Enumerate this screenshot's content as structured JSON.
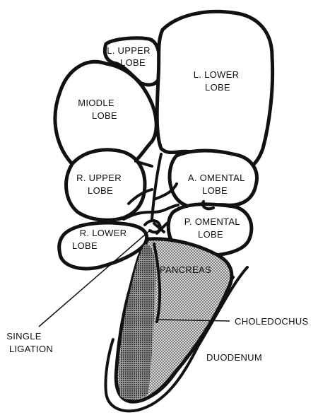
{
  "labels": {
    "l_upper_lobe": [
      "L. UPPER",
      "LOBE"
    ],
    "l_lower_lobe": [
      "L. LOWER",
      "LOBE"
    ],
    "middle_lobe": [
      "MIODLE",
      "LOBE"
    ],
    "r_upper_lobe": [
      "R. UPPER",
      "LOBE"
    ],
    "a_omental_lobe": [
      "A. OMENTAL",
      "LOBE"
    ],
    "p_omental_lobe": [
      "P. OMENTAL",
      "LOBE"
    ],
    "r_lower_lobe": [
      "R. LOWER",
      "LOBE"
    ],
    "pancreas": "PANCREAS",
    "choledochus": "CHOLEDOCHUS",
    "duodenum": "DUODENUM",
    "single_ligation": [
      "SINGLE",
      "LIGATION"
    ]
  }
}
